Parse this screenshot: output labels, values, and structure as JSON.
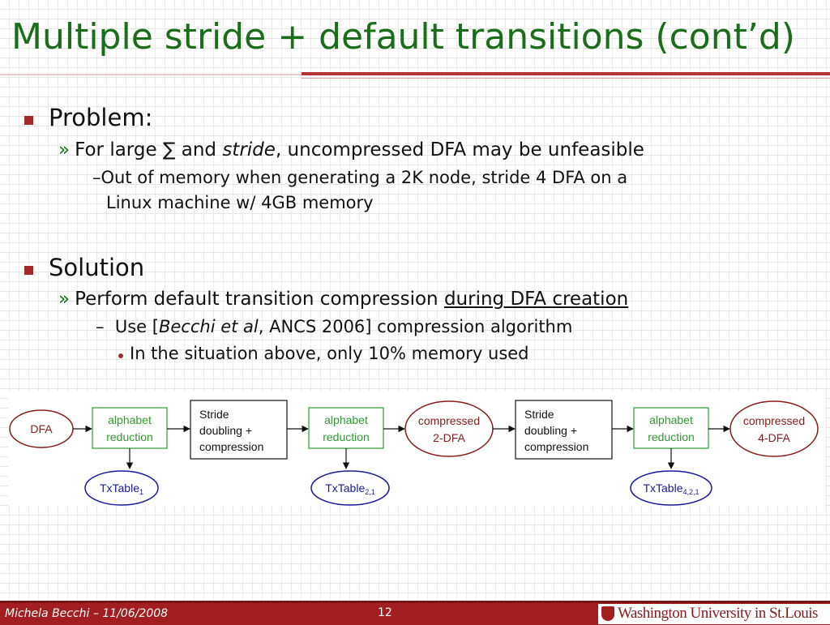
{
  "slide": {
    "title": "Multiple stride + default transitions (cont’d)",
    "problem": {
      "heading": "Problem:",
      "point_prefix": "For large ∑ and ",
      "point_em": "stride",
      "point_suffix": ", uncompressed DFA may be unfeasible",
      "detail_line1": "Out of memory when generating a 2K node, stride 4 DFA on a",
      "detail_line2": "Linux machine w/ 4GB memory"
    },
    "solution": {
      "heading": "Solution",
      "point_prefix": "Perform default transition compression ",
      "point_underline": "during DFA creation",
      "detail_prefix": "Use [",
      "detail_em": "Becchi et al",
      "detail_suffix": ", ANCS 2006] compression algorithm",
      "sub_detail": "In the situation above, only 10% memory used"
    },
    "markers": {
      "level2": "»",
      "level3": "–"
    }
  },
  "flow": {
    "dfa": "DFA",
    "alpha1_l1": "alphabet",
    "alpha1_l2": "reduction",
    "stride1_l1": "Stride",
    "stride1_l2": "doubling +",
    "stride1_l3": "compression",
    "alpha2_l1": "alphabet",
    "alpha2_l2": "reduction",
    "comp2_l1": "compressed",
    "comp2_l2": "2-DFA",
    "stride2_l1": "Stride",
    "stride2_l2": "doubling +",
    "stride2_l3": "compression",
    "alpha3_l1": "alphabet",
    "alpha3_l2": "reduction",
    "comp4_l1": "compressed",
    "comp4_l2": "4-DFA",
    "tx1_main": "TxTable",
    "tx1_sub": "1",
    "tx2_main": "TxTable",
    "tx2_sub": "2,1",
    "tx3_main": "TxTable",
    "tx3_sub": "4,2,1",
    "colors": {
      "dfa": "#8b1a1a",
      "alphabet": "#2e9a2e",
      "table": "#1a1aa0"
    }
  },
  "footer": {
    "author": "Michela Becchi –  11/06/2008",
    "page": "12",
    "university": "Washington University in St.Louis"
  }
}
